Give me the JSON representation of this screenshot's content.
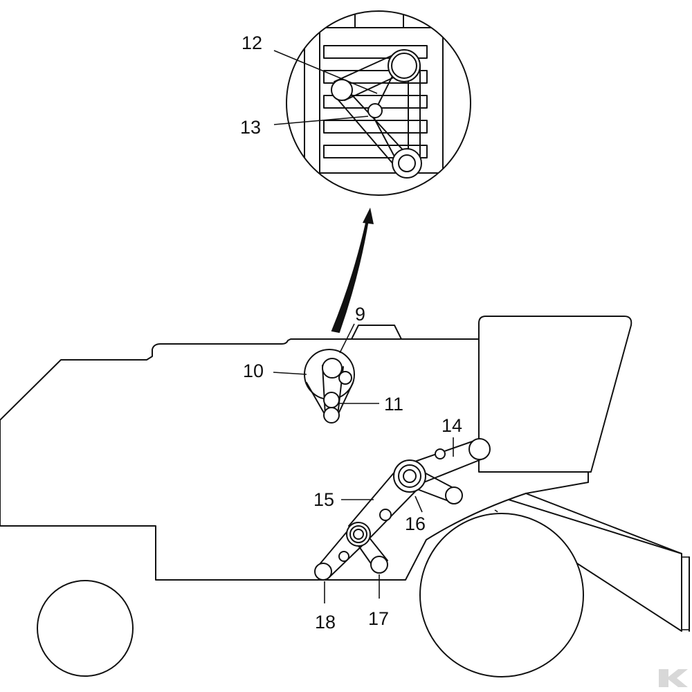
{
  "diagram": {
    "labels": {
      "l9": "9",
      "l10": "10",
      "l11": "11",
      "l12": "12",
      "l13": "13",
      "l14": "14",
      "l15": "15",
      "l16": "16",
      "l17": "17",
      "l18": "18"
    },
    "logo_icon": "k-brand-icon"
  }
}
